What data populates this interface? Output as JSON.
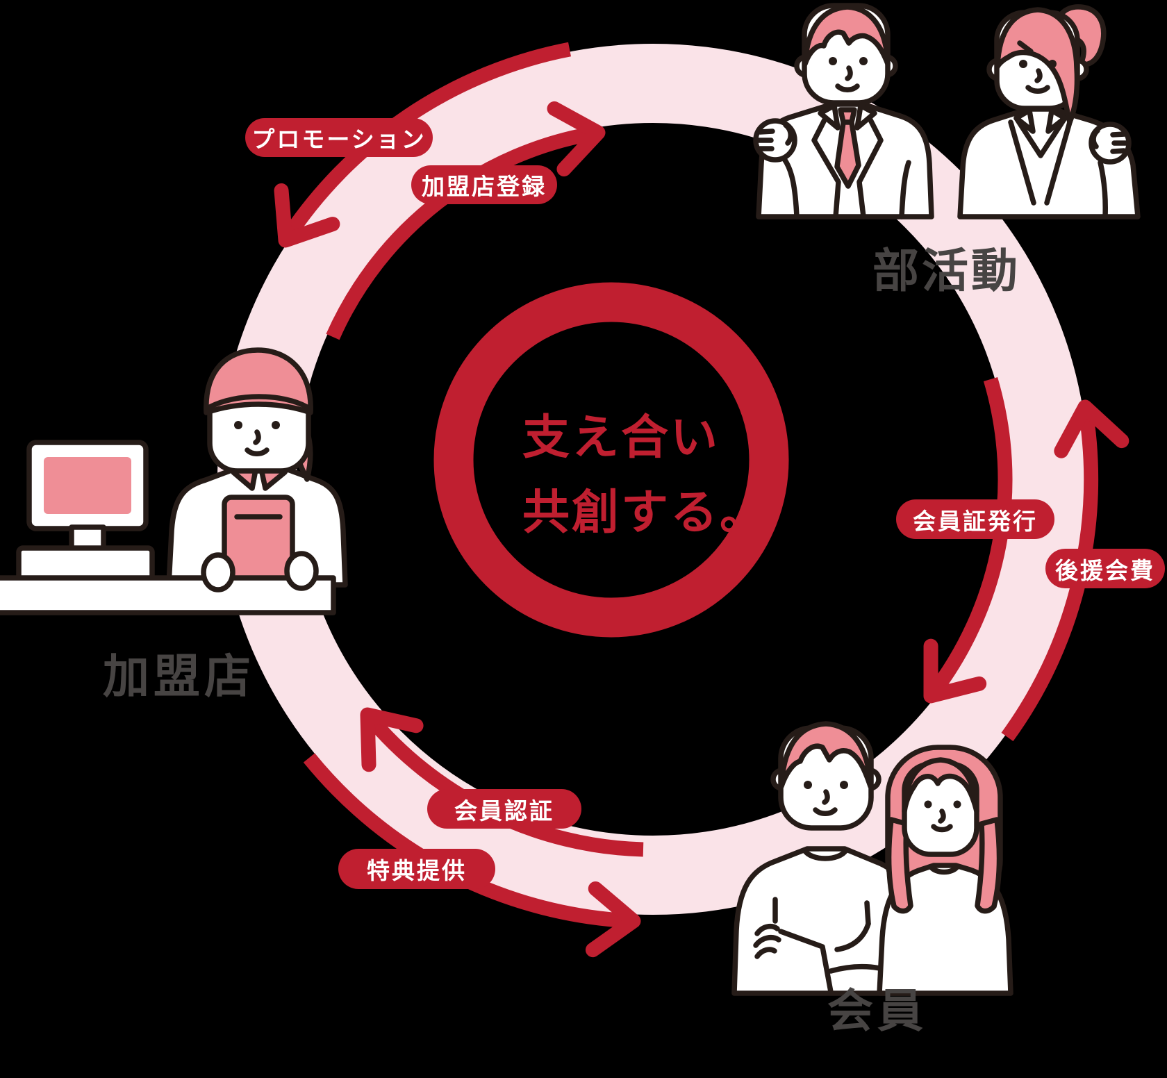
{
  "colors": {
    "red": "#c01f30",
    "lightpink": "#fae3e8",
    "pink": "#ef8e96",
    "outline": "#261c18",
    "gray": "#474443",
    "white": "#ffffff",
    "bg": "#000000"
  },
  "center": {
    "line1": "支え合い",
    "line2": "共創する。"
  },
  "nodes": {
    "club": {
      "label": "部活動"
    },
    "store": {
      "label": "加盟店"
    },
    "member": {
      "label": "会員"
    }
  },
  "flows": {
    "promotion": {
      "label": "プロモーション",
      "from": "club",
      "to": "store"
    },
    "store_registration": {
      "label": "加盟店登録",
      "from": "store",
      "to": "club"
    },
    "card_issuance": {
      "label": "会員証発行",
      "from": "club",
      "to": "member"
    },
    "support_fee": {
      "label": "後援会費",
      "from": "member",
      "to": "club"
    },
    "member_auth": {
      "label": "会員認証",
      "from": "member",
      "to": "store"
    },
    "benefit_offer": {
      "label": "特典提供",
      "from": "store",
      "to": "member"
    }
  }
}
